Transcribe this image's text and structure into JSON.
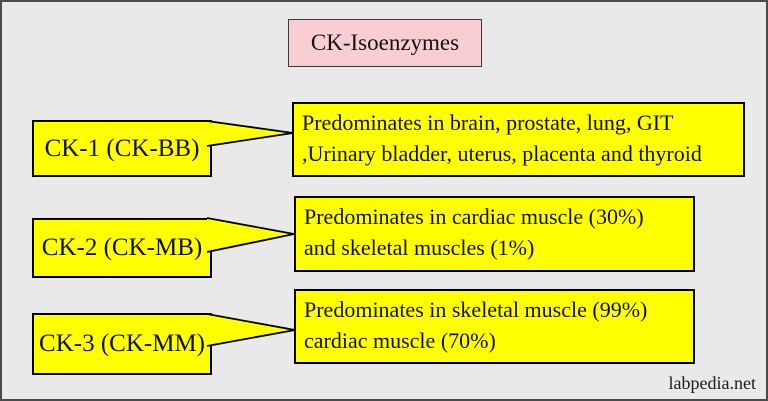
{
  "header": {
    "title": "CK-Isoenzymes"
  },
  "rows": [
    {
      "label": "CK-1 (CK-BB)",
      "lines": [
        "Predominates in brain, prostate, lung, GIT",
        ",Urinary bladder, uterus, placenta and thyroid"
      ]
    },
    {
      "label": "CK-2 (CK-MB)",
      "lines": [
        "Predominates in cardiac muscle (30%)",
        "and skeletal muscles (1%)"
      ]
    },
    {
      "label": "CK-3 (CK-MM)",
      "lines": [
        "Predominates in skeletal muscle (99%)",
        "cardiac muscle (70%)"
      ]
    }
  ],
  "footer": {
    "watermark": "labpedia.net"
  },
  "colors": {
    "background": "#e9e9e9",
    "frame_border": "#4a4a4a",
    "box_yellow": "#ffff00",
    "title_pink": "#f9ced3",
    "outline_black": "#000000"
  }
}
